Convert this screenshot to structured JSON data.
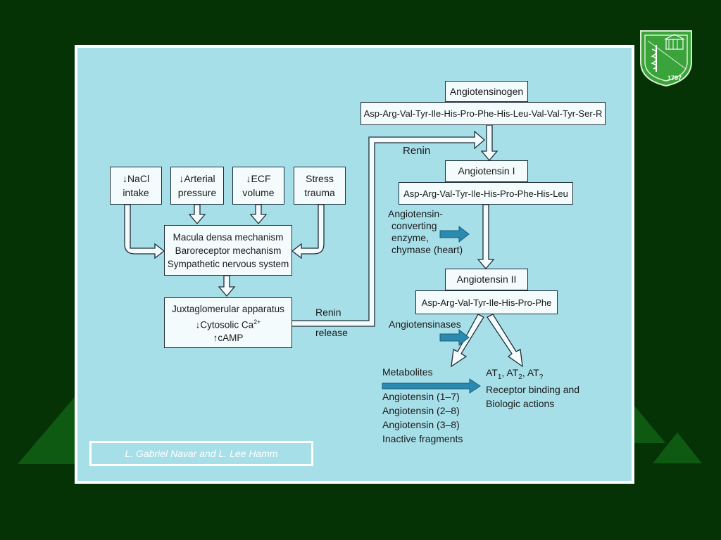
{
  "top_box": {
    "title": "Angiotensinogen",
    "sequence": "Asp-Arg-Val-Tyr-Ile-His-Pro-Phe-His-Leu-Val-Val-Tyr-Ser-R"
  },
  "renin_label": "Renin",
  "angiotensin1": {
    "title": "Angiotensin I",
    "sequence": "Asp-Arg-Val-Tyr-Ile-His-Pro-Phe-His-Leu"
  },
  "ace_label": [
    "Angiotensin-",
    "converting",
    "enzyme,",
    "chymase  (heart)"
  ],
  "angiotensin2": {
    "title": "Angiotensin II",
    "sequence": "Asp-Arg-Val-Tyr-Ile-His-Pro-Phe"
  },
  "angiotensinases_label": "Angiotensinases",
  "metabolites": {
    "title": "Metabolites",
    "items": [
      "Angiotensin (1–7)",
      "Angiotensin (2–8)",
      "Angiotensin (3–8)",
      "Inactive fragments"
    ]
  },
  "receptors": {
    "at1": "AT",
    "sub1": "1",
    "at2": ", AT",
    "sub2": "2",
    "at3": ", AT",
    "sub3": "?",
    "line2": "Receptor binding and",
    "line3": "Biologic actions"
  },
  "stimuli": [
    {
      "line1": "↓NaCl",
      "line2": "intake"
    },
    {
      "line1": "↓Arterial",
      "line2": "pressure"
    },
    {
      "line1": "↓ECF",
      "line2": "volume"
    },
    {
      "line1": "Stress",
      "line2": "trauma"
    }
  ],
  "mechanisms": [
    "Macula densa mechanism",
    "Baroreceptor mechanism",
    "Sympathetic nervous system"
  ],
  "jga": {
    "line1": "Juxtaglomerular apparatus",
    "line2": "↓Cytosolic Ca",
    "sup": "2+",
    "line3": "↑cAMP"
  },
  "renin_release": {
    "line1": "Renin",
    "line2": "release"
  },
  "credit": "L. Gabriel Navar and L. Lee Hamm",
  "logo": {
    "year": "1797"
  },
  "colors": {
    "background": "#053305",
    "diagram_bg": "#a7dfe9",
    "box_fill": "#f3fbfd",
    "teal_arrow": "#2a8ab0",
    "logo_green": "#3aa33a"
  }
}
